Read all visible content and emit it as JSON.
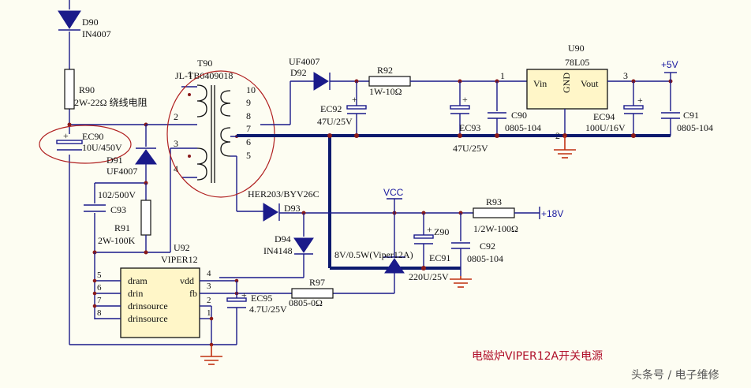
{
  "components": {
    "d90": {
      "ref": "D90",
      "value": "IN4007"
    },
    "r90": {
      "ref": "R90",
      "value": "2W-22Ω 绕线电阻"
    },
    "ec90": {
      "ref": "EC90",
      "value": "10U/450V"
    },
    "d91": {
      "ref": "D91",
      "value": "UF4007"
    },
    "c93": {
      "ref": "C93",
      "value": "102/500V"
    },
    "r91": {
      "ref": "R91",
      "value": "2W-100K"
    },
    "u92": {
      "ref": "U92",
      "value": "VIPER12"
    },
    "t90": {
      "ref": "T90",
      "value": "JL-TB0409018"
    },
    "d92": {
      "ref": "D92",
      "value": "UF4007"
    },
    "ec92": {
      "ref": "EC92",
      "value": "47U/25V"
    },
    "r92": {
      "ref": "R92",
      "value": "1W-10Ω"
    },
    "ec93": {
      "ref": "EC93",
      "value": "47U/25V"
    },
    "c90": {
      "ref": "C90",
      "value": "0805-104"
    },
    "u90": {
      "ref": "U90",
      "value": "78L05"
    },
    "ec94": {
      "ref": "EC94",
      "value": "100U/16V"
    },
    "c91": {
      "ref": "C91",
      "value": "0805-104"
    },
    "d93": {
      "ref": "D93",
      "value": "HER203/BYV26C"
    },
    "d94": {
      "ref": "D94",
      "value": "IN4148"
    },
    "r97": {
      "ref": "R97",
      "value": "0805-0Ω"
    },
    "ec95": {
      "ref": "EC95",
      "value": "4.7U/25V"
    },
    "z90": {
      "ref": "Z90",
      "value": "8V/0.5W(Viper12A)"
    },
    "ec91": {
      "ref": "EC91",
      "value": "220U/25V"
    },
    "c92": {
      "ref": "C92",
      "value": "0805-104"
    },
    "r93": {
      "ref": "R93",
      "value": "1/2W-100Ω"
    }
  },
  "u92_pins": {
    "left_nums": [
      "5",
      "6",
      "7",
      "8"
    ],
    "right_nums": [
      "4",
      "3",
      "2",
      "1"
    ],
    "rows": [
      {
        "left": "dram",
        "right": "vdd"
      },
      {
        "left": "drin",
        "right": "fb"
      },
      {
        "left": "drinsource",
        "right": ""
      },
      {
        "left": "drinsource",
        "right": ""
      }
    ]
  },
  "u90_pins": {
    "vin": "Vin",
    "gnd": "GND",
    "vout": "Vout",
    "pin1": "1",
    "pin2": "2",
    "pin3": "3"
  },
  "transformer_pins": [
    "1",
    "2",
    "3",
    "4",
    "10",
    "9",
    "8",
    "7",
    "6",
    "5"
  ],
  "power_labels": {
    "plus5v": "+5V",
    "vcc": "VCC",
    "plus18v": "+18V"
  },
  "polarity": "+",
  "caption": "电磁炉VIPER12A开关电源",
  "watermark": "头条号 / 电子维修"
}
